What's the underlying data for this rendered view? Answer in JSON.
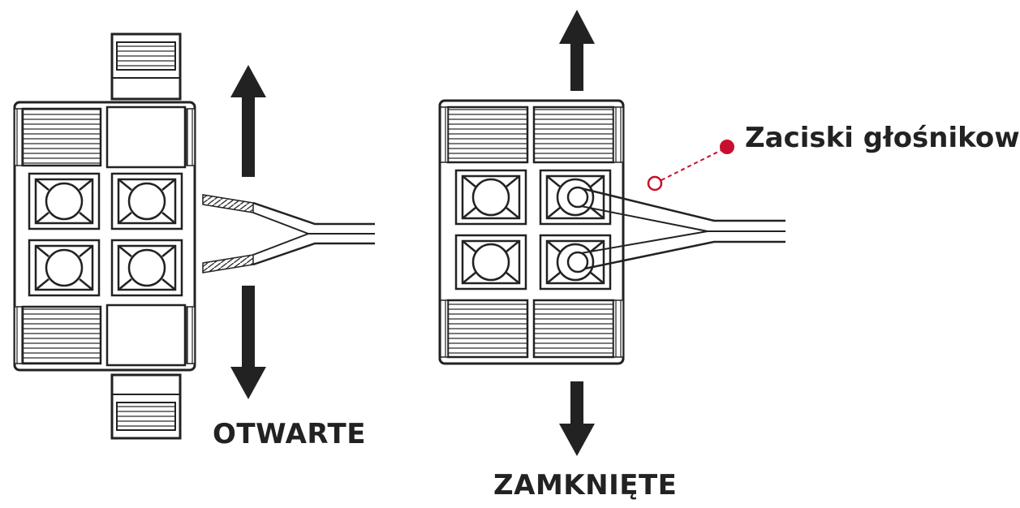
{
  "labels": {
    "open": "OTWARTE",
    "closed": "ZAMKNIĘTE",
    "terminals": "Zaciski głośnikowe"
  },
  "colors": {
    "line": "#222222",
    "accent": "#c8102e",
    "background": "#ffffff"
  }
}
